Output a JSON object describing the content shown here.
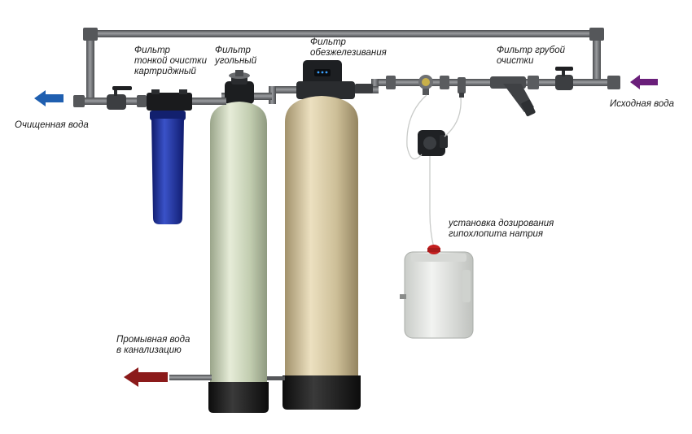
{
  "labels": {
    "fine_filter": "Фильтр\nтонкой очистки\nкартриджный",
    "carbon_filter": "Фильтр\nугольный",
    "iron_filter": "Фильтр\nобезжелезивания",
    "coarse_filter": "Фильтр грубой\nочистки",
    "source_water": "Исходная вода",
    "clean_water": "Очищенная вода",
    "dosing_unit": "установка дозирования\nгипохлопита натрия",
    "backwash": "Промывная вода\nв канализацию"
  },
  "colors": {
    "source_arrow": "#6a1f7a",
    "clean_arrow": "#1f5fb0",
    "drain_arrow": "#8b1a1a",
    "pipe": "#6d6f72",
    "carbon_tank": "#c9d4b6",
    "iron_tank": "#c9ba94",
    "cartridge": "#1c2e96",
    "canister": "#e4e6e3",
    "canister_cap": "#c42020"
  }
}
